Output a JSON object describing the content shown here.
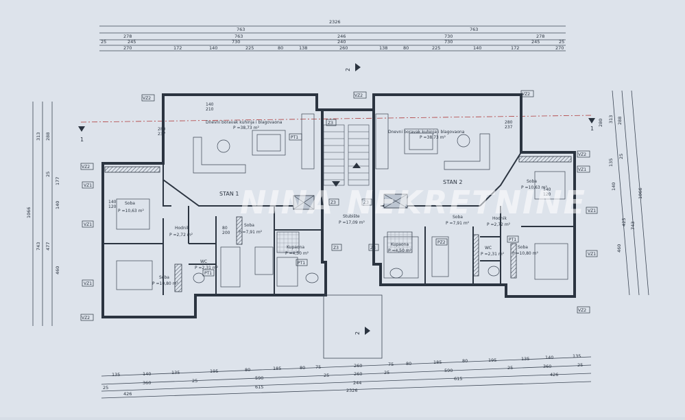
{
  "top_dims": {
    "row1": [
      "2326"
    ],
    "row2": [
      "763",
      "763"
    ],
    "row3": [
      "278",
      "763",
      "246",
      "730",
      "278"
    ],
    "row4": [
      "25",
      "245",
      "730",
      "240",
      "730",
      "245",
      "25"
    ],
    "row5": [
      "270",
      "172",
      "140",
      "225",
      "80",
      "138",
      "260",
      "138",
      "80",
      "225",
      "140",
      "172",
      "270"
    ]
  },
  "bottom_dims": {
    "row1": [
      "135",
      "140",
      "135",
      "195",
      "80",
      "185",
      "80",
      "75",
      "260",
      "75",
      "80",
      "185",
      "80",
      "195",
      "135",
      "140",
      "135"
    ],
    "row2": [
      "25",
      "360",
      "25",
      "590",
      "25",
      "260",
      "25",
      "590",
      "25",
      "360",
      "25"
    ],
    "row3": [
      "426",
      "615",
      "244",
      "615",
      "426"
    ],
    "row4": [
      "2326"
    ]
  },
  "left_dims": [
    "313",
    "288",
    "25",
    "177",
    "140",
    "460",
    "477",
    "743",
    "1066"
  ],
  "right_dims": [
    "313",
    "288",
    "280",
    "135",
    "25",
    "140",
    "425",
    "460",
    "743",
    "1066"
  ],
  "section_marks": {
    "left": "1",
    "right": "1",
    "top": "2",
    "bottom": "2"
  },
  "apartment1": {
    "title": "STAN 1",
    "living": "Dnevni boravak kuhinja i blagovaona",
    "living_area": "P =38,73 m²",
    "room1": "Soba",
    "room1_area": "P =10,63 m²",
    "hall": "Hodnik",
    "hall_area": "P =2,72 m²",
    "room2": "Soba",
    "room2_area": "P =10,80 m²",
    "room3": "Soba",
    "room3_area": "P =7,91 m²",
    "bath": "Kupaona",
    "bath_area": "P =4,50 m²",
    "wc": "WC",
    "wc_area": "P =2,31 m²"
  },
  "apartment2": {
    "title": "STAN 2",
    "living": "Dnevni boravak kuhinja i blagovaona",
    "living_area": "P =38,73 m²",
    "room1": "Soba",
    "room1_area": "P =10,63 m²",
    "hall": "Hodnik",
    "hall_area": "P =2,72 m²",
    "room2": "Soba",
    "room2_area": "P =10,80 m²",
    "room3": "Soba",
    "room3_area": "P =7,91 m²",
    "bath": "Kupaona",
    "bath_area": "P =4,50 m²",
    "wc": "WC",
    "wc_area": "P =2,31 m²"
  },
  "stairs": {
    "label": "Stubište",
    "area": "P =17,09 m²"
  },
  "tags": {
    "vz1": "VZ1",
    "vz2": "VZ2",
    "pt1": "PT1",
    "pz2": "PZ2",
    "z3": "Z3"
  },
  "heights": {
    "h1": "280",
    "h2": "237",
    "h3": "140",
    "h4": "120",
    "h5": "80",
    "h6": "200",
    "h7": "210"
  },
  "watermark": "NINA NEKRETNINE"
}
